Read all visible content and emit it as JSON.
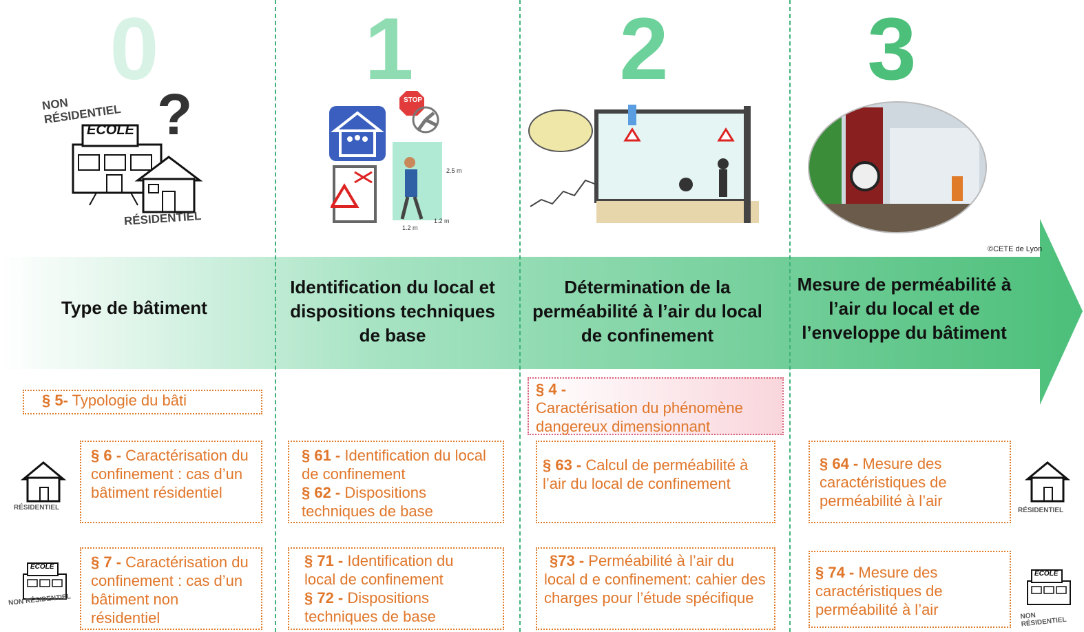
{
  "colors": {
    "divider": "#3fb27a",
    "arrow_start": "#ffffff",
    "arrow_end": "#4cbf7a",
    "box_text": "#e0762a",
    "box_border": "#e07b2a",
    "highlight_box_bg": "#f9d6dc"
  },
  "steps": [
    {
      "number": "0",
      "title": "Type de bâtiment",
      "color": "#d8f3e6"
    },
    {
      "number": "1",
      "title": "Identification du local et dispositions techniques de base",
      "color": "#8fdcb2"
    },
    {
      "number": "2",
      "title": "Détermination de la perméabilité à l’air du local de confinement",
      "color": "#6cd19a"
    },
    {
      "number": "3",
      "title": "Mesure de perméabilité à l’air du local et de l’enveloppe du bâtiment",
      "color": "#4cbf7a"
    }
  ],
  "illustration0": {
    "non_residentiel": "NON RÉSIDENTIEL",
    "ecole": "ECOLE",
    "question": "?",
    "residentiel": "RÉSIDENTIEL"
  },
  "illustration1": {
    "stop": "STOP",
    "dim_height": "2.5 m",
    "dim_w1": "1.2 m",
    "dim_w2": "1.2 m"
  },
  "copyright": "©CETE de Lyon",
  "boxes": {
    "b5": {
      "ref": "§ 5-",
      "text": " Typologie du bâti"
    },
    "b4": {
      "ref": "§ 4 -",
      "text": "Caractérisation du phénomène dangereux dimensionnant"
    },
    "b6": {
      "ref": "§ 6 -",
      "text": " Caractérisation du confinement : cas d’un bâtiment résidentiel"
    },
    "b61": {
      "ref": "§ 61 -",
      "text": " Identification du local de confinement"
    },
    "b62": {
      "ref": "§ 62 -",
      "text": " Dispositions techniques de base"
    },
    "b63": {
      "ref": "§ 63 -",
      "text": " Calcul de perméabilité à l’air du local de confinement"
    },
    "b64": {
      "ref": "§ 64 -",
      "text": " Mesure des caractéristiques de perméabilité à l’air"
    },
    "b7": {
      "ref": "§ 7 -",
      "text": " Caractérisation du confinement : cas d’un bâtiment non résidentiel"
    },
    "b71": {
      "ref": "§ 71 -",
      "text": " Identification du local de confinement"
    },
    "b72": {
      "ref": "§ 72 -",
      "text": " Dispositions techniques de base"
    },
    "b73": {
      "ref": "§73 -",
      "text": " Perméabilité à l’air du local d e confinement: cahier des charges pour l’étude spécifique"
    },
    "b74": {
      "ref": "§ 74 -",
      "text": " Mesure des caractéristiques de perméabilité à l’air"
    }
  },
  "row_icons": {
    "res_label": "RÉSIDENTIEL",
    "nonres_label": "NON RÉSIDENTIEL",
    "ecole": "ECOLE"
  }
}
